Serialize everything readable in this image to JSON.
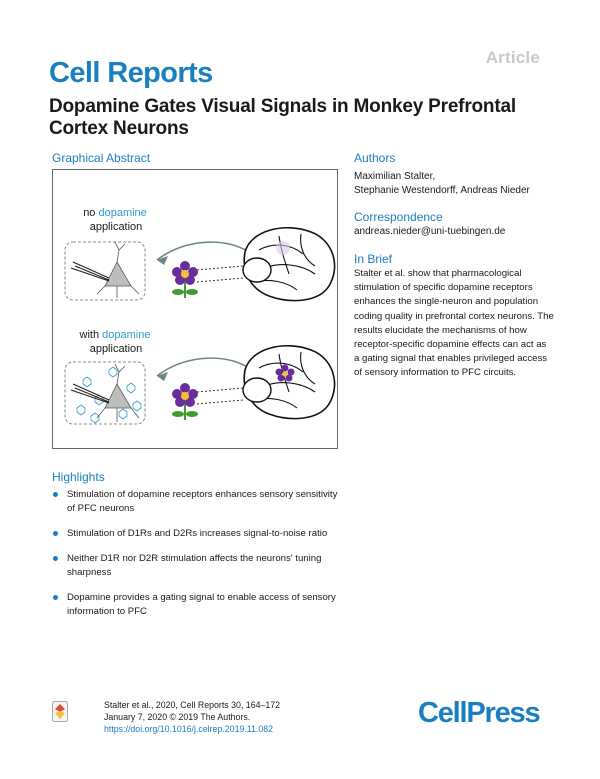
{
  "header": {
    "article_tag": "Article",
    "journal": "Cell Reports",
    "title": "Dopamine Gates Visual Signals in Monkey Prefrontal Cortex Neurons"
  },
  "graphical_abstract": {
    "heading": "Graphical Abstract",
    "panel_top": {
      "line1_prefix": "no ",
      "line1_highlight": "dopamine",
      "line2": "application"
    },
    "panel_bottom": {
      "line1_prefix": "with ",
      "line1_highlight": "dopamine",
      "line2": "application"
    },
    "colors": {
      "dopamine": "#2e9bcc",
      "flower_petal": "#6a2d9c",
      "flower_stem": "#3e9e2d",
      "neuron": "#bdbdbd"
    }
  },
  "authors": {
    "heading": "Authors",
    "line1": "Maximilian Stalter,",
    "line2": "Stephanie Westendorff, Andreas Nieder"
  },
  "correspondence": {
    "heading": "Correspondence",
    "email": "andreas.nieder@uni-tuebingen.de"
  },
  "in_brief": {
    "heading": "In Brief",
    "text": "Stalter et al. show that pharmacological stimulation of specific dopamine receptors enhances the single-neuron and population coding quality in prefrontal cortex neurons. The results elucidate the mechanisms of how receptor-specific dopamine effects can act as a gating signal that enables privileged access of sensory information to PFC circuits."
  },
  "highlights": {
    "heading": "Highlights",
    "items": [
      "Stimulation of dopamine receptors enhances sensory sensitivity of PFC neurons",
      "Stimulation of D1Rs and D2Rs increases signal-to-noise ratio",
      "Neither D1R nor D2R stimulation affects the neurons' tuning sharpness",
      "Dopamine provides a gating signal to enable access of sensory information to PFC"
    ]
  },
  "footer": {
    "citation": "Stalter et al., 2020, Cell Reports 30, 164–172",
    "date_line": "January 7, 2020 © 2019 The Authors.",
    "doi": "https://doi.org/10.1016/j.celrep.2019.11.082",
    "publisher": "CellPress"
  },
  "colors": {
    "accent": "#1a7fc1",
    "article_tag": "#c8c8c8"
  }
}
